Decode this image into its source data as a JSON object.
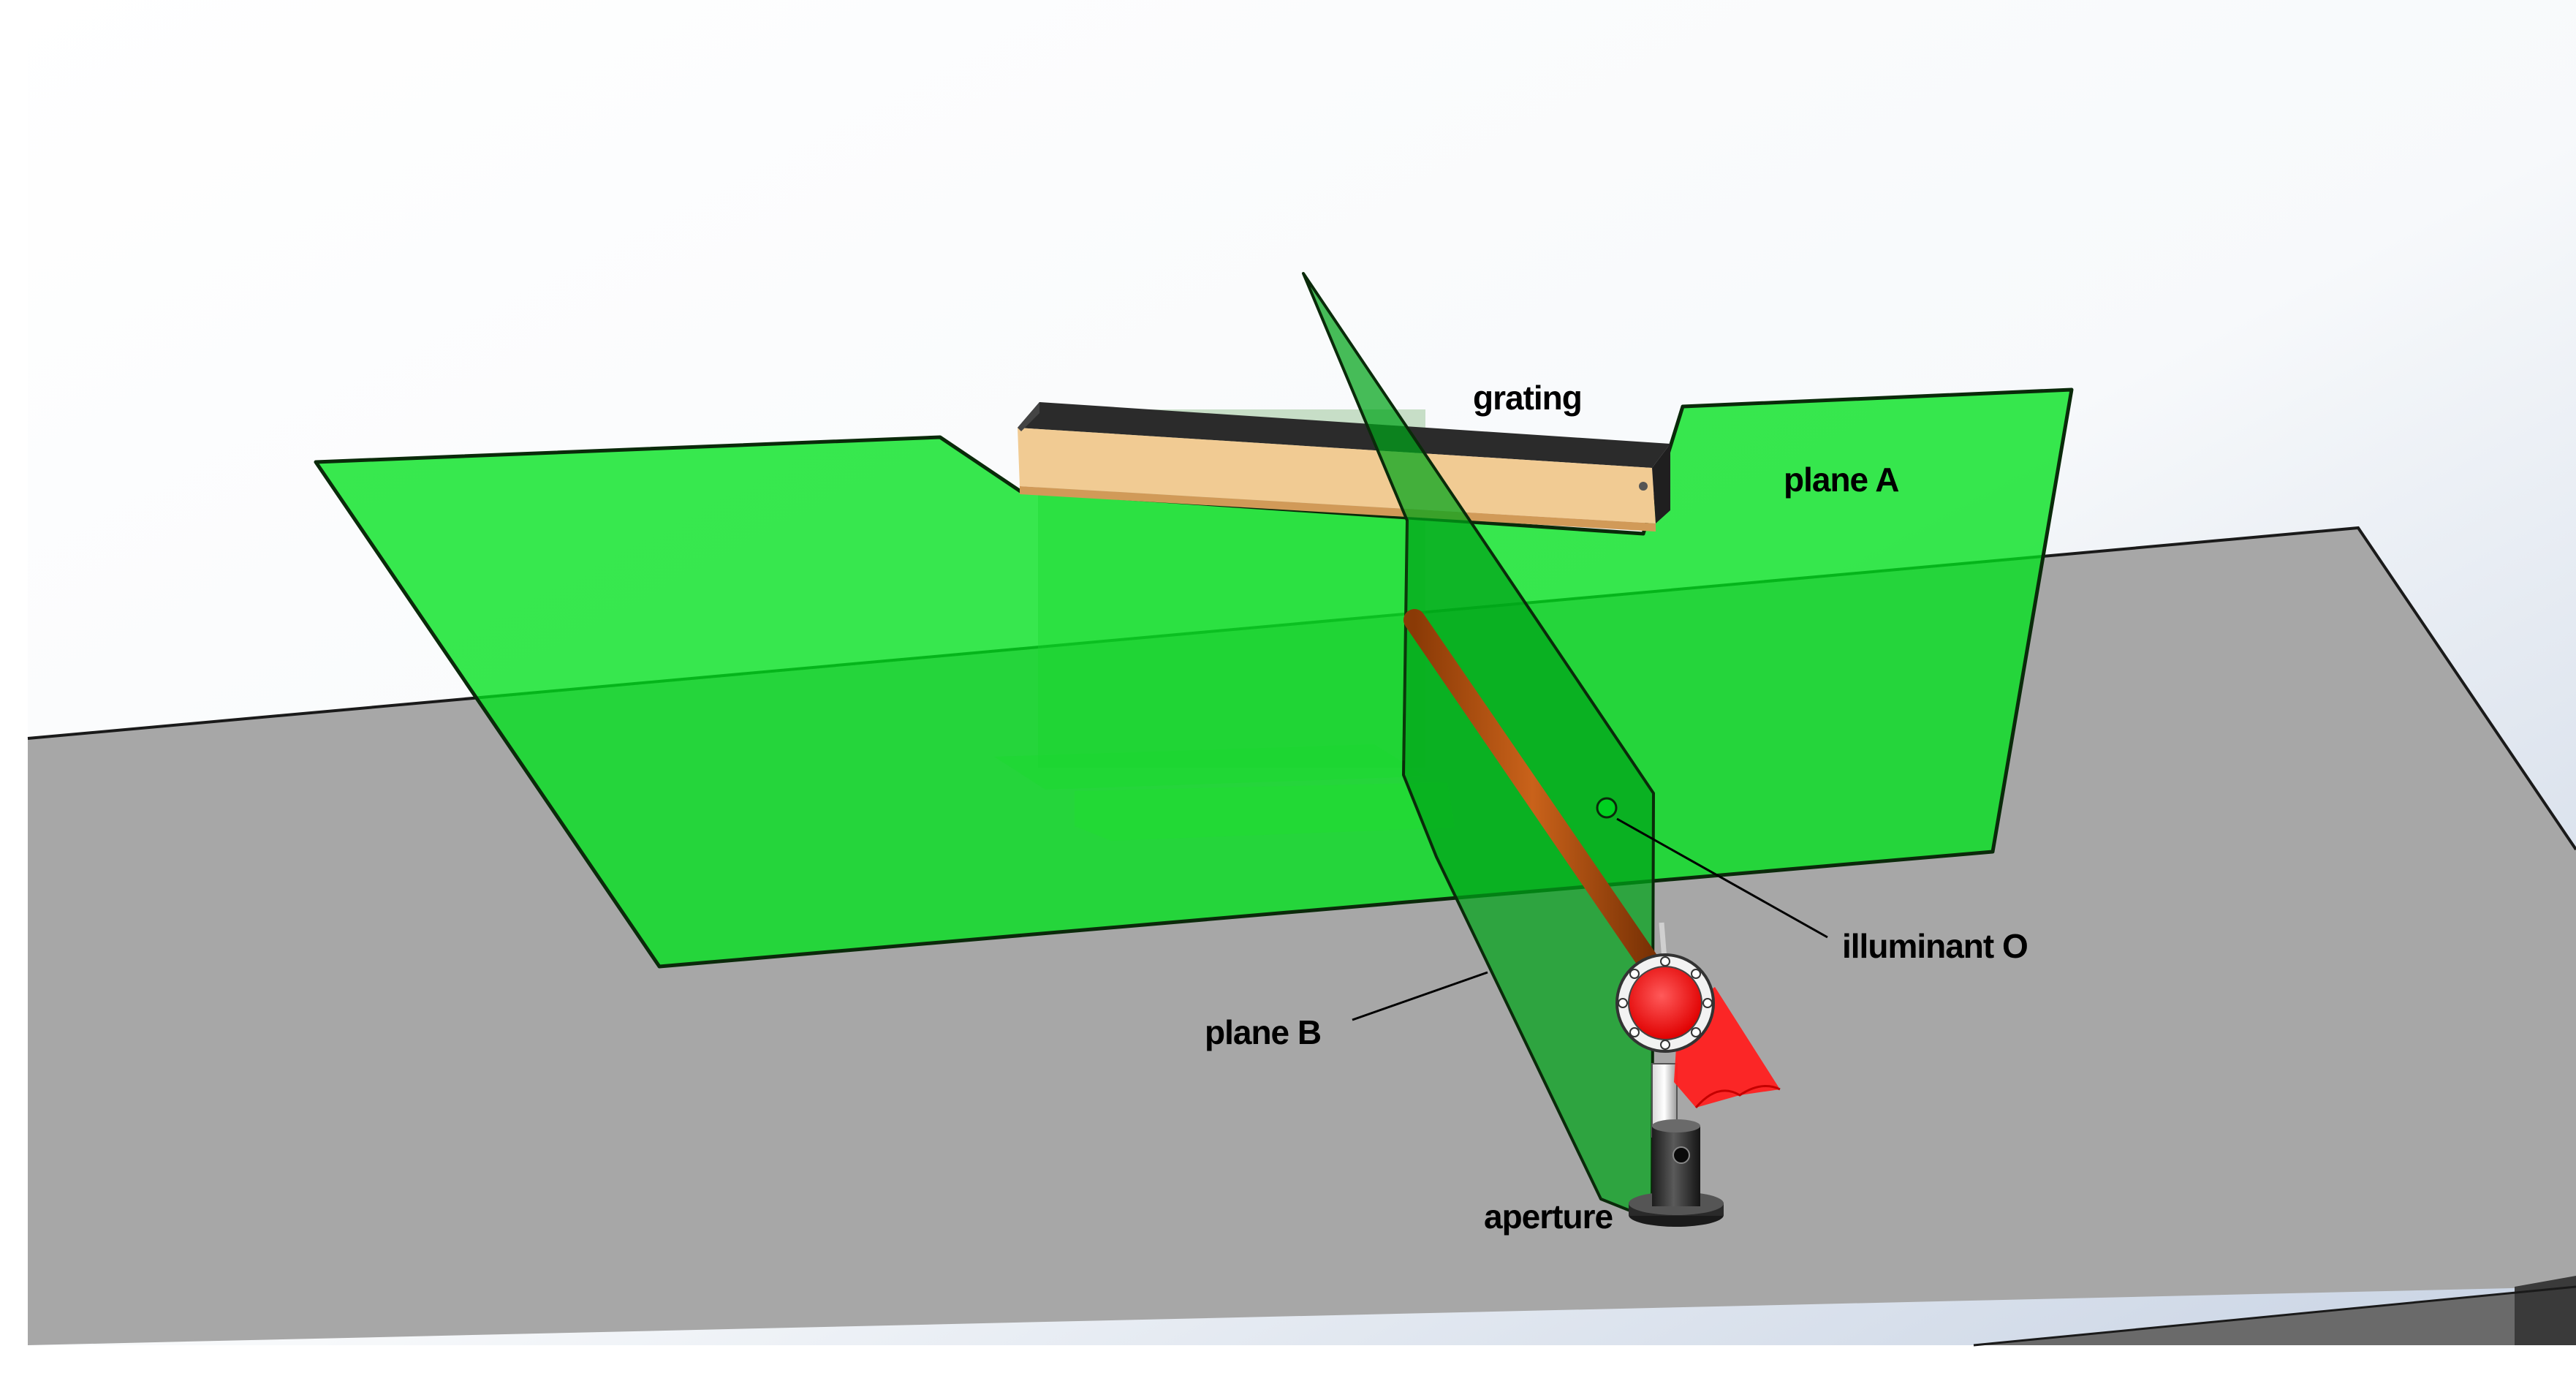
{
  "labels": {
    "grating": "grating",
    "plane_a": "plane A",
    "plane_b": "plane B",
    "illuminant": "illuminant O",
    "aperture": "aperture"
  },
  "colors": {
    "plane_green": "#00e21c",
    "plane_b_green": "#00a419",
    "table_gray": "#a6a6a6",
    "grating_face": "#f1cb93",
    "beam_red": "#ff1f1f",
    "rod_brown": "#b8550f"
  }
}
